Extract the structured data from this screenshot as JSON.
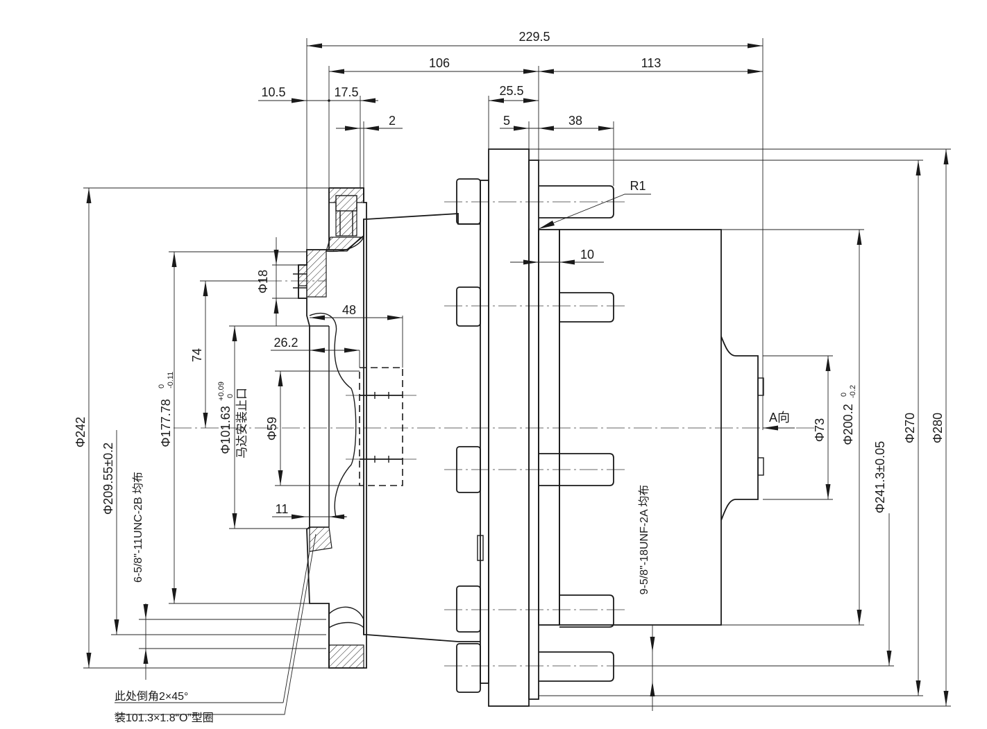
{
  "dimensions": {
    "overall_length": "229.5",
    "front_length": "106",
    "rear_length": "113",
    "flange_offset": "10.5",
    "pilot_depth": "17.5",
    "pilot_step": "2",
    "mount_flange_thickness": "25.5",
    "stud_step": "5",
    "stud_length": "38",
    "fillet_radius": "R1",
    "spacer_width": "10",
    "bore_depth": "48",
    "recess_depth": "26.2",
    "pilot_width": "11",
    "dia_242": "Φ242",
    "dia_209_55": "Φ209.55±0.2",
    "dia_177_78": "Φ177.78",
    "dia_177_78_tol_upper": "0",
    "dia_177_78_tol_lower": "-0.11",
    "dia_18": "Φ18",
    "dim_74": "74",
    "dia_101_63": "Φ101.63",
    "dia_101_63_tol_upper": "+0.09",
    "dia_101_63_tol_lower": "0",
    "motor_pilot_label": "马达安装止口",
    "dia_59": "Φ59",
    "dia_73": "Φ73",
    "dia_200_2": "Φ200.2",
    "dia_200_2_tol_upper": "0",
    "dia_200_2_tol_lower": "-0.2",
    "dia_241_3": "Φ241.3±0.05",
    "dia_270": "Φ270",
    "dia_280": "Φ280"
  },
  "labels": {
    "thread_front": "6-5/8\"-11UNC-2B 均布",
    "thread_rear": "9-5/8\"-18UNF-2A 均布",
    "view_a": "A向",
    "note_chamfer": "此处倒角2×45°",
    "note_oring": "装101.3×1.8“O”型圈"
  }
}
